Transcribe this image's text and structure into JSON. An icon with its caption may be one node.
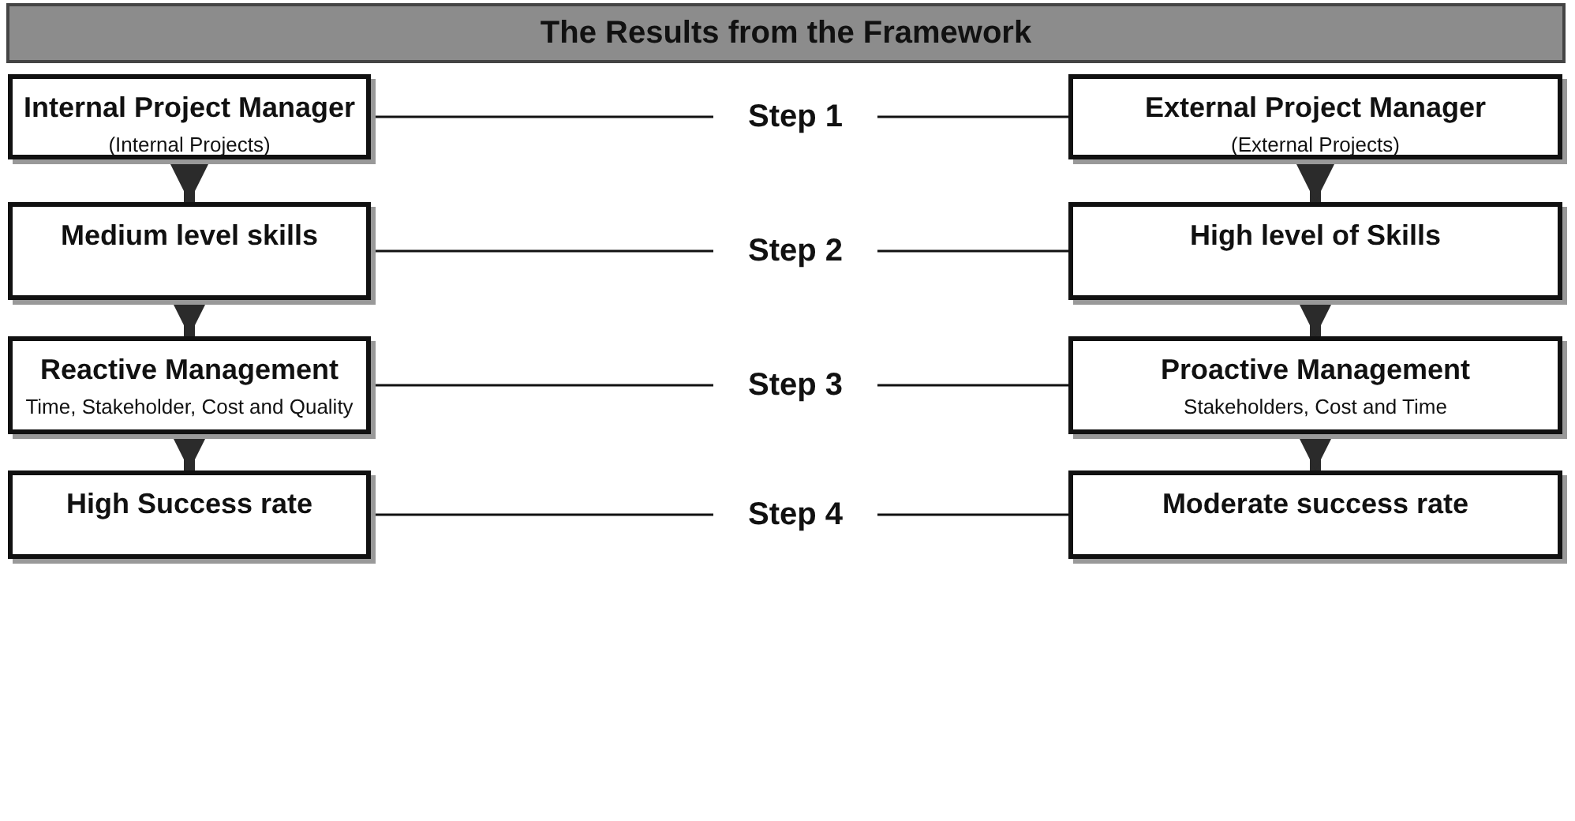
{
  "diagram": {
    "title": "The Results from the Framework",
    "nodes": [
      {
        "text": [
          "Internal Project Manager",
          "(Internal Projects)"
        ]
      },
      {
        "text": [
          "Step 1"
        ]
      },
      {
        "text": [
          "External Project Manager",
          "(External Projects)"
        ]
      },
      {
        "text": [
          "Medium level skills"
        ]
      },
      {
        "text": [
          "Step 2"
        ]
      },
      {
        "text": [
          "High level of Skills"
        ]
      },
      {
        "text": [
          "Reactive Management",
          "Time, Stakeholder, Cost and Quality"
        ]
      },
      {
        "text": [
          "Step 3"
        ]
      },
      {
        "text": [
          "Proactive Management",
          "Stakeholders, Cost and Time"
        ]
      },
      {
        "text": [
          "High Success rate"
        ]
      },
      {
        "text": [
          "Step 4"
        ]
      },
      {
        "text": [
          "Moderate success rate"
        ]
      }
    ],
    "edges": [
      {
        "from": 0,
        "to": 1,
        "arrow": "none"
      },
      {
        "from": 1,
        "to": 2,
        "arrow": "none"
      },
      {
        "from": 0,
        "to": 3,
        "arrow": "to",
        "style": "thick"
      },
      {
        "from": 2,
        "to": 5,
        "arrow": "to",
        "style": "thick"
      },
      {
        "from": 3,
        "to": 4,
        "arrow": "none"
      },
      {
        "from": 4,
        "to": 5,
        "arrow": "none"
      },
      {
        "from": 3,
        "to": 6,
        "arrow": "to",
        "style": "thick"
      },
      {
        "from": 5,
        "to": 8,
        "arrow": "to",
        "style": "thick"
      },
      {
        "from": 6,
        "to": 7,
        "arrow": "none"
      },
      {
        "from": 7,
        "to": 8,
        "arrow": "none"
      },
      {
        "from": 6,
        "to": 9,
        "arrow": "to",
        "style": "thick"
      },
      {
        "from": 8,
        "to": 11,
        "arrow": "to",
        "style": "thick"
      },
      {
        "from": 9,
        "to": 10,
        "arrow": "none"
      },
      {
        "from": 10,
        "to": 11,
        "arrow": "none"
      }
    ]
  }
}
